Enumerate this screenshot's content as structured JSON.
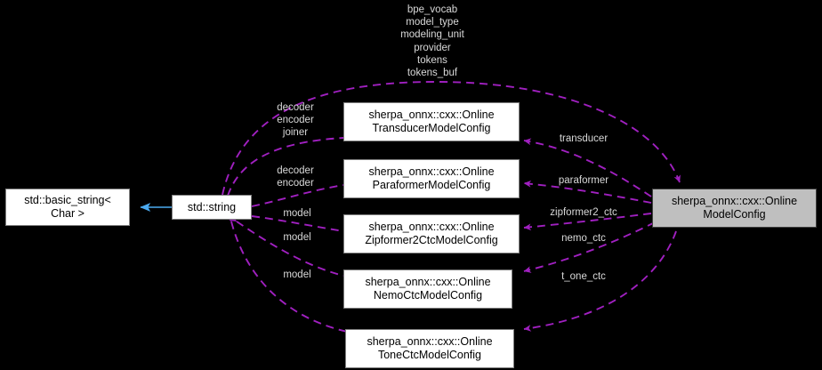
{
  "diagram": {
    "title": "sherpa_onnx::cxx::OnlineModelConfig collaboration diagram",
    "background_color": "#000000",
    "edge_color": "#a020c0",
    "inherit_edge_color": "#4baaf0",
    "label_color": "#d9d9d9",
    "node_fill": "#ffffff",
    "node_highlight_fill": "#bfbfbf"
  },
  "nodes": {
    "basic_string": {
      "line1": "std::basic_string<",
      "line2": "Char >"
    },
    "string": {
      "line1": "std::string",
      "line2": ""
    },
    "transducer_cfg": {
      "line1": "sherpa_onnx::cxx::Online",
      "line2": "TransducerModelConfig"
    },
    "paraformer_cfg": {
      "line1": "sherpa_onnx::cxx::Online",
      "line2": "ParaformerModelConfig"
    },
    "zipformer2_cfg": {
      "line1": "sherpa_onnx::cxx::Online",
      "line2": "Zipformer2CtcModelConfig"
    },
    "nemo_cfg": {
      "line1": "sherpa_onnx::cxx::Online",
      "line2": "NemoCtcModelConfig"
    },
    "tone_cfg": {
      "line1": "sherpa_onnx::cxx::Online",
      "line2": "ToneCtcModelConfig"
    },
    "model_config": {
      "line1": "sherpa_onnx::cxx::Online",
      "line2": "ModelConfig"
    }
  },
  "edge_labels": {
    "top_fields": "bpe_vocab\nmodel_type\nmodeling_unit\nprovider\ntokens\ntokens_buf",
    "transducer_fields": "decoder\nencoder\njoiner",
    "paraformer_fields": "decoder\nencoder",
    "zipformer2_fields": "model",
    "nemo_fields": "model",
    "tone_fields": "model",
    "transducer": "transducer",
    "paraformer": "paraformer",
    "zipformer2_ctc": "zipformer2_ctc",
    "nemo_ctc": "nemo_ctc",
    "t_one_ctc": "t_one_ctc"
  }
}
